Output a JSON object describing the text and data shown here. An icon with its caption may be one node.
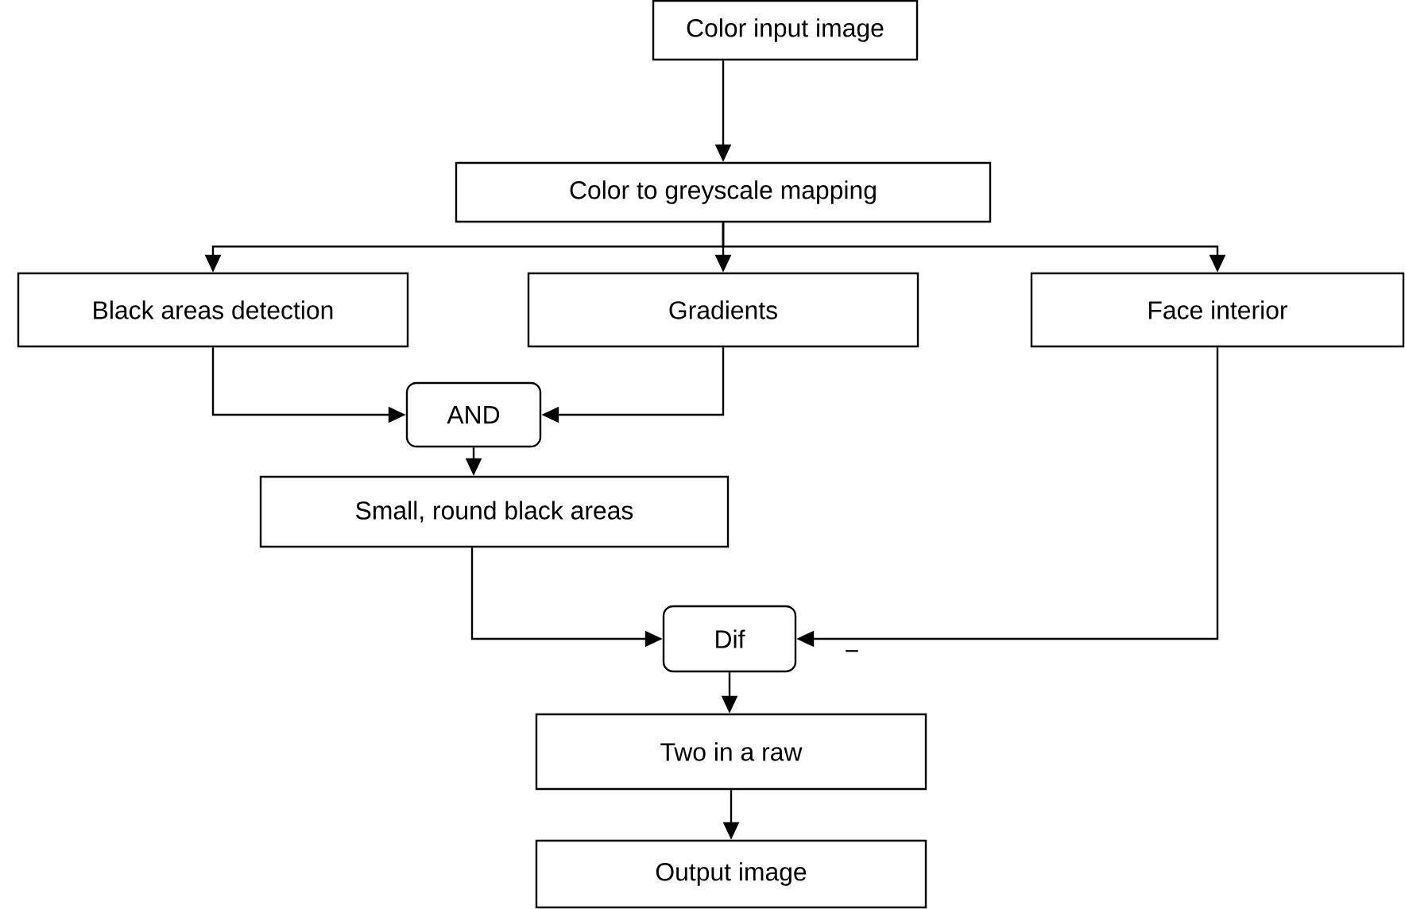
{
  "diagram": {
    "nodes": [
      {
        "text": [
          "Color input image"
        ]
      },
      {
        "text": [
          "Color to greyscale mapping"
        ]
      },
      {
        "text": [
          "Black areas detection"
        ]
      },
      {
        "text": [
          "Gradients"
        ]
      },
      {
        "text": [
          "Face interior"
        ]
      },
      {
        "text": [
          "AND"
        ]
      },
      {
        "text": [
          "Small, round black areas"
        ]
      },
      {
        "text": [
          "Dif"
        ]
      },
      {
        "text": [
          "Two in a raw"
        ]
      },
      {
        "text": [
          "Output image"
        ]
      }
    ],
    "edges": [
      {
        "from": 0,
        "to": 1,
        "arrow": "to"
      },
      {
        "from": 1,
        "to": 2,
        "arrow": "to"
      },
      {
        "from": 1,
        "to": 3,
        "arrow": "to"
      },
      {
        "from": 1,
        "to": 4,
        "arrow": "to"
      },
      {
        "from": 2,
        "to": 5,
        "arrow": "to"
      },
      {
        "from": 3,
        "to": 5,
        "arrow": "to"
      },
      {
        "from": 5,
        "to": 6,
        "arrow": "to"
      },
      {
        "from": 6,
        "to": 7,
        "arrow": "to"
      },
      {
        "from": 4,
        "to": 7,
        "arrow": "to",
        "label": "−"
      },
      {
        "from": 7,
        "to": 8,
        "arrow": "to"
      },
      {
        "from": 8,
        "to": 9,
        "arrow": "to"
      }
    ]
  }
}
